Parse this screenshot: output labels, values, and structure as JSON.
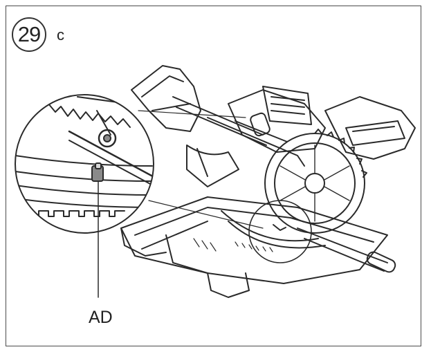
{
  "figure": {
    "number": "29",
    "sub_label": "c"
  },
  "callouts": [
    {
      "label": "AD"
    }
  ],
  "illustration": {
    "subject": "miter-saw-icon",
    "detail_view": "magnified-detail-circle-icon"
  },
  "colors": {
    "line": "#2a2a2a",
    "fill_dark": "#8a8a8a",
    "fill_light": "#d8d8d8",
    "frame": "#4a4a4a"
  }
}
